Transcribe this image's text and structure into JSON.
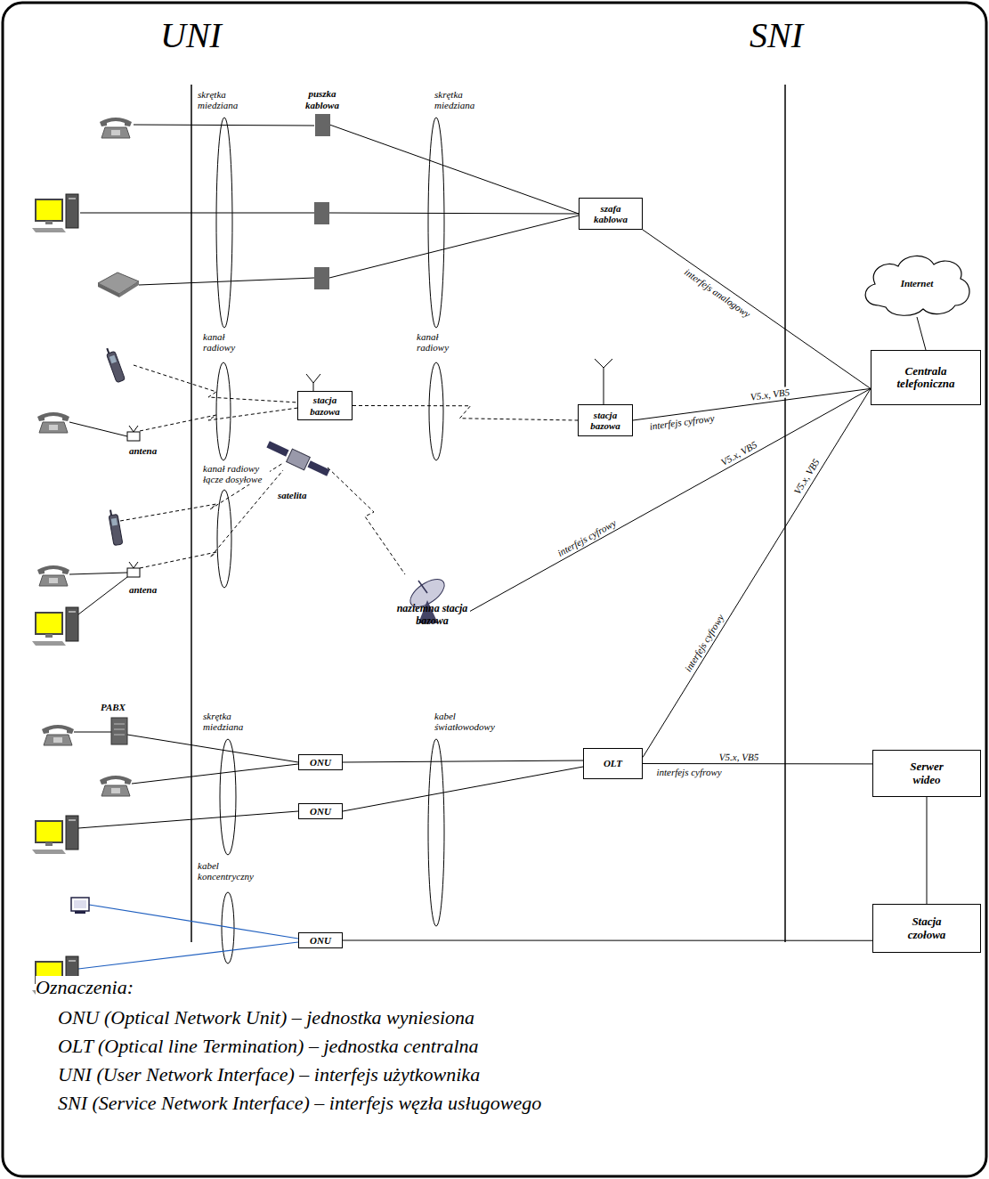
{
  "diagram": {
    "nodes": [
      {
        "text": [
          "puszka kablowa"
        ]
      },
      {
        "text": [
          "szafa kablowa"
        ]
      },
      {
        "text": [
          "Internet"
        ]
      },
      {
        "text": [
          "stacja bazowa"
        ]
      },
      {
        "text": [
          "stacja bazowa"
        ]
      },
      {
        "text": [
          "Centrala telefoniczna"
        ]
      },
      {
        "text": [
          "naziemna stacja bazowa"
        ]
      },
      {
        "text": [
          "ONU"
        ]
      },
      {
        "text": [
          "OLT"
        ]
      },
      {
        "text": [
          "Serwer wideo"
        ]
      },
      {
        "text": [
          "ONU"
        ]
      },
      {
        "text": [
          "Stacja czołowa"
        ]
      },
      {
        "text": [
          "ONU"
        ]
      }
    ],
    "edges": [
      {
        "from": 0,
        "to": 1,
        "arrow": "none"
      },
      {
        "from": 1,
        "to": 5,
        "label": "interfejs analogowy",
        "arrow": "none"
      },
      {
        "from": 2,
        "to": 5,
        "arrow": "none"
      },
      {
        "from": 3,
        "to": 4,
        "arrow": "none"
      },
      {
        "from": 4,
        "to": 5,
        "label": "interfejs cyfrowy",
        "arrow": "none"
      },
      {
        "from": 6,
        "to": 5,
        "label": "interfejs cyfrowy",
        "arrow": "none"
      },
      {
        "from": 8,
        "to": 5,
        "label": "interfejs cyfrowy",
        "arrow": "none"
      },
      {
        "from": 7,
        "to": 8,
        "arrow": "none"
      },
      {
        "from": 10,
        "to": 8,
        "arrow": "none"
      },
      {
        "from": 8,
        "to": 9,
        "label": "interfejs cyfrowy",
        "arrow": "none"
      },
      {
        "from": 9,
        "to": 11,
        "arrow": "none"
      },
      {
        "from": 12,
        "to": 11,
        "arrow": "none"
      }
    ],
    "labels": [
      "UNI",
      "SNI",
      "skrętka miedziana",
      "skrętka miedziana",
      "kanał radiowy",
      "kanał radiowy",
      "antena",
      "kanał radiowy łącze dosyłowe",
      "satelita",
      "antena",
      "PABX",
      "skrętka miedziana",
      "kabel światłowodowy",
      "kabel koncentryczny",
      "V5.x, VB5",
      "V5.x, VB5",
      "V5.x, VB5",
      "V5.x, VB5",
      "Oznaczenia:",
      "ONU (Optical Network Unit) – jednostka wyniesiona",
      "OLT (Optical line Termination) – jednostka centralna",
      "UNI (User Network Interface) – interfejs użytkownika",
      "SNI (Service Network Interface) – interfejs węzła usługowego"
    ]
  }
}
